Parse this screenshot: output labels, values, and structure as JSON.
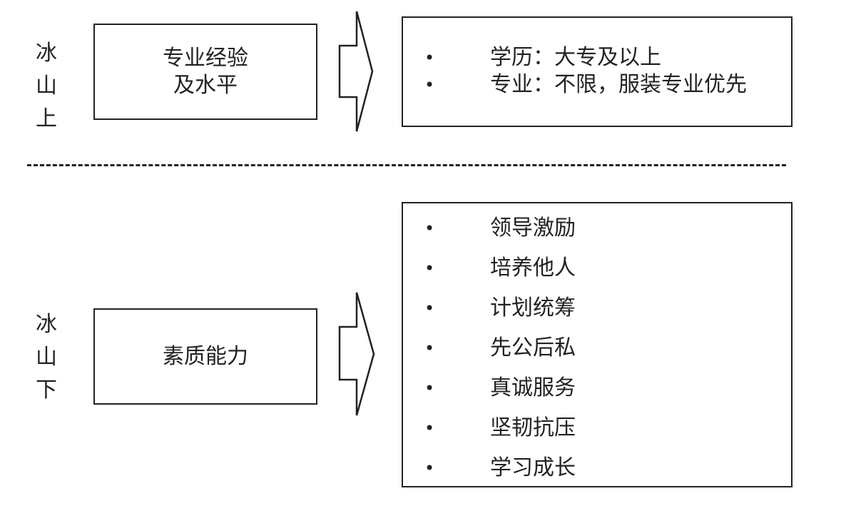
{
  "above": {
    "label_chars": [
      "冰",
      "山",
      "上"
    ],
    "category_lines": [
      "专业经验",
      "及水平"
    ],
    "items": [
      "学历：大专及以上",
      "专业：不限，服装专业优先"
    ]
  },
  "below": {
    "label_chars": [
      "冰",
      "山",
      "下"
    ],
    "category_lines": [
      "素质能力"
    ],
    "items": [
      "领导激励",
      "培养他人",
      "计划统筹",
      "先公后私",
      "真诚服务",
      "坚韧抗压",
      "学习成长"
    ]
  },
  "bullet": "•",
  "colors": {
    "line": "#222222",
    "text": "#222222",
    "background": "#ffffff"
  }
}
